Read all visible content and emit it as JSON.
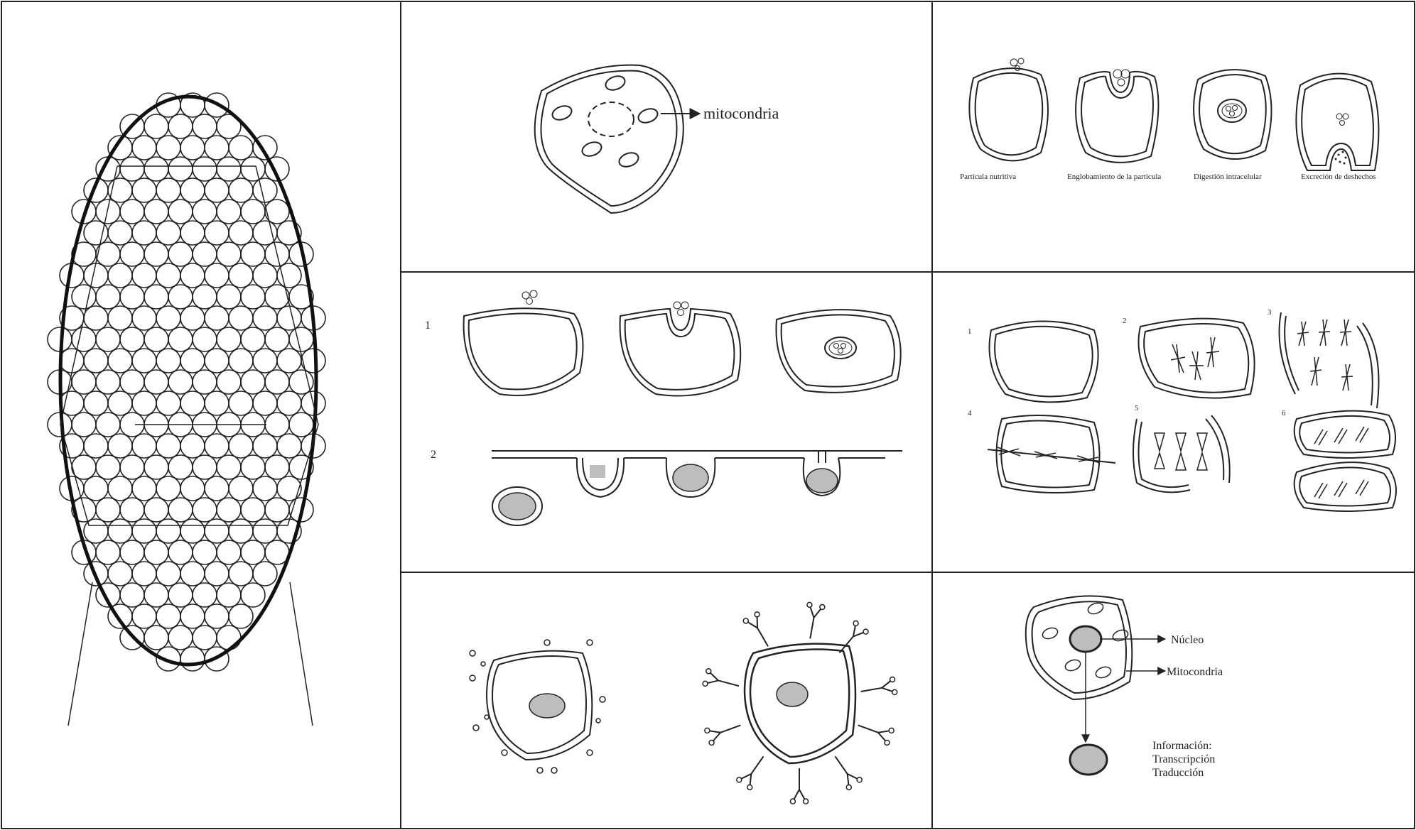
{
  "panels": {
    "mitochondria": {
      "label": "mitocondria"
    },
    "phagocytosis": {
      "captions": [
        "Particula nutritiva",
        "Englobamiento de la particula",
        "Digestión intracelular",
        "Excreción de deshechos"
      ]
    },
    "endocytosis": {
      "row_numbers": [
        "1",
        "2"
      ]
    },
    "mitosis": {
      "step_numbers": [
        "1",
        "2",
        "3",
        "4",
        "5",
        "6"
      ]
    },
    "nucleus": {
      "labels": {
        "nucleus": "Núcleo",
        "mitochondria": "Mitocondria",
        "info_lines": [
          "Información:",
          "Transcripción",
          "Traducción"
        ]
      }
    }
  },
  "colors": {
    "stroke": "#222222",
    "fill_organelle": "#bdbdbd"
  }
}
